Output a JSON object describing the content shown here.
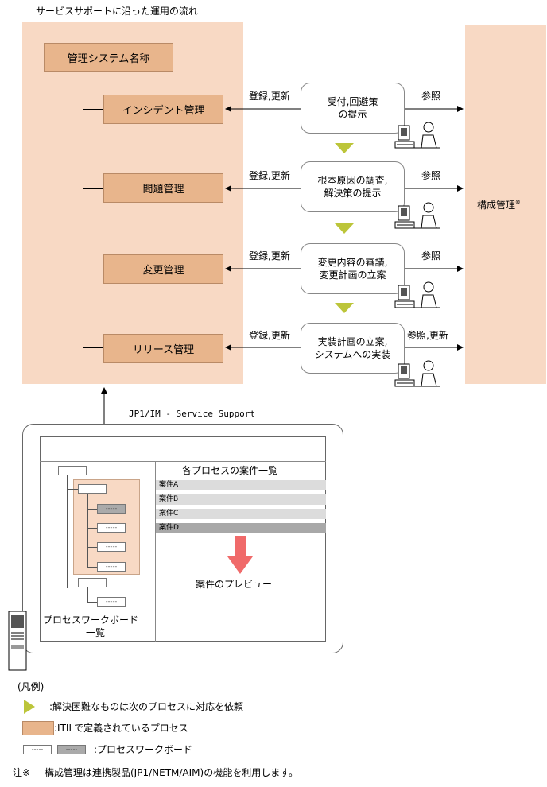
{
  "header": {
    "title": "サービスサポートに沿った運用の流れ"
  },
  "system_name": "管理システム名称",
  "processes": [
    {
      "label": "インシデント管理",
      "left_label": "登録,更新",
      "bubble": "受付,回避策\nの提示",
      "right_label": "参照"
    },
    {
      "label": "問題管理",
      "left_label": "登録,更新",
      "bubble": "根本原因の調査,\n解決策の提示",
      "right_label": "参照"
    },
    {
      "label": "変更管理",
      "left_label": "登録,更新",
      "bubble": "変更内容の審議,\n変更計画の立案",
      "right_label": "参照"
    },
    {
      "label": "リリース管理",
      "left_label": "登録,更新",
      "bubble": "実装計画の立案,\nシステムへの実装",
      "right_label": "参照,更新"
    }
  ],
  "config_mgmt": {
    "label": "構成管理",
    "mark": "※"
  },
  "product": {
    "name": "JP1/IM - Service Support"
  },
  "case_list": {
    "title": "各プロセスの案件一覧",
    "items": [
      "案件A",
      "案件B",
      "案件C",
      "案件D"
    ],
    "preview": "案件のプレビュー"
  },
  "workboard": {
    "label_line1": "プロセスワークボード",
    "label_line2": "一覧",
    "dash": "-----"
  },
  "legend": {
    "title": "(凡例)",
    "triangle_desc": ":解決困難なものは次のプロセスに対応を依頼",
    "itil_desc": ":ITILで定義されているプロセス",
    "workboard_desc": ":プロセスワークボード"
  },
  "note": {
    "prefix": "注※",
    "text": "構成管理は連携製品(JP1/NETM/AIM)の機能を利用します。"
  },
  "colors": {
    "peach_panel": "#f8d9c4",
    "process_box": "#e8b58c",
    "triangle": "#bcc53a",
    "preview_arrow": "#f06a6a"
  }
}
